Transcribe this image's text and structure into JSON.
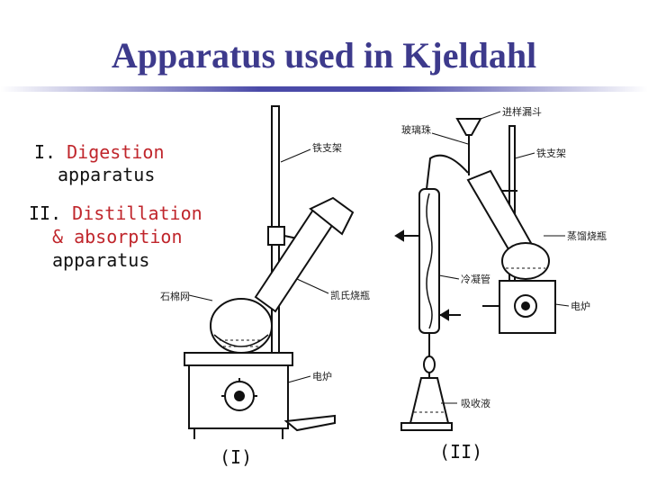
{
  "title": "Apparatus used in Kjeldahl",
  "legend": {
    "item1_num": "I.",
    "item1_red": "Digestion",
    "item1_rest": "apparatus",
    "item2_num": "II.",
    "item2_red1": "Distillation",
    "item2_red2": "& absorption",
    "item2_rest": "apparatus"
  },
  "diagram_labels": {
    "iron_stand_1": "铁支架",
    "asbestos_net": "石棉网",
    "kjeldahl_flask": "凯氏烧瓶",
    "electric_stove_1": "电炉",
    "glass_bead": "玻璃珠",
    "funnel": "进样漏斗",
    "iron_stand_2": "铁支架",
    "distill_flask": "蒸馏烧瓶",
    "condenser": "冷凝管",
    "electric_stove_2": "电炉",
    "absorb_liquid": "吸收液"
  },
  "captions": {
    "left": "(I)",
    "right": "(II)"
  },
  "colors": {
    "title": "#3d3a8c",
    "highlight": "#c0262c"
  }
}
